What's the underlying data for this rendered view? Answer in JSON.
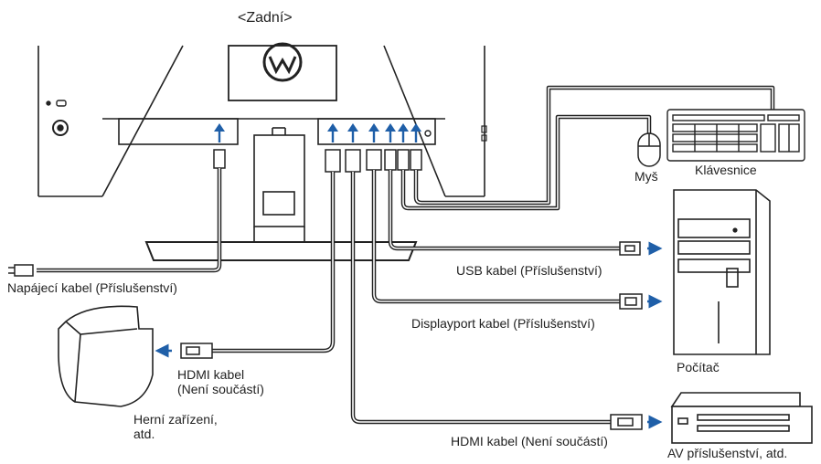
{
  "diagram": {
    "title": "<Zadní>",
    "labels": {
      "mouse": "Myš",
      "keyboard": "Klávesnice",
      "power_cable": "Napájecí kabel (Příslušenství)",
      "usb_cable": "USB kabel (Příslušenství)",
      "displayport_cable": "Displayport kabel (Příslušenství)",
      "computer": "Počítač",
      "hdmi_cable_game_line1": "HDMI kabel",
      "hdmi_cable_game_line2": "(Není součástí)",
      "game_device_line1": "Herní zařízení,",
      "game_device_line2": "atd.",
      "hdmi_cable_av": "HDMI kabel (Není součástí)",
      "av_accessory": "AV příslušenství, atd."
    },
    "colors": {
      "line": "#222222",
      "arrow": "#1f5fa8",
      "cable_inner": "#ffffff"
    }
  }
}
